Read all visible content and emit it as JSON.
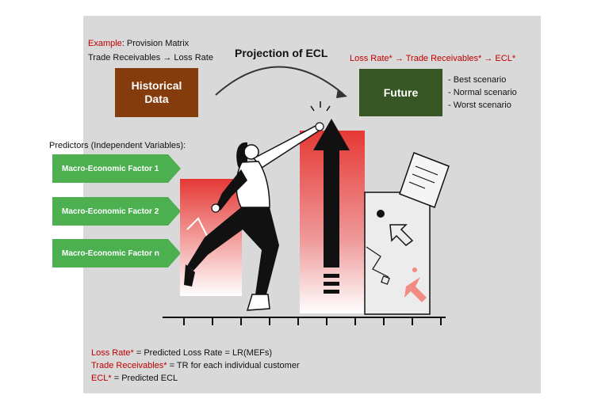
{
  "header": {
    "example_label": "Example",
    "example_text": ": Provision Matrix",
    "trade_line": "Trade Receivables → Loss Rate",
    "projection_title": "Projection of ECL",
    "loss_rate_flow": "Loss Rate* → Trade Receivables* → ECL*"
  },
  "boxes": {
    "historical": "Historical Data",
    "future": "Future"
  },
  "scenarios": [
    "- Best scenario",
    "- Normal scenario",
    "- Worst scenario"
  ],
  "predictors": {
    "heading": "Predictors (Independent Variables):",
    "items": [
      "Macro-Economic Factor 1",
      "Macro-Economic Factor 2",
      "Macro-Economic Factor n"
    ]
  },
  "footnotes": [
    {
      "term": "Loss Rate*",
      "def": " = Predicted Loss Rate = LR(MEFs)"
    },
    {
      "term": "Trade Receivables*",
      "def": " = TR for each individual customer"
    },
    {
      "term": "ECL*",
      "def": " = Predicted ECL"
    }
  ],
  "colors": {
    "historical": "#843c0c",
    "future": "#375623",
    "predictor_green": "#4caf50",
    "highlight_red": "#c00000",
    "bar_red": "#e53935"
  }
}
